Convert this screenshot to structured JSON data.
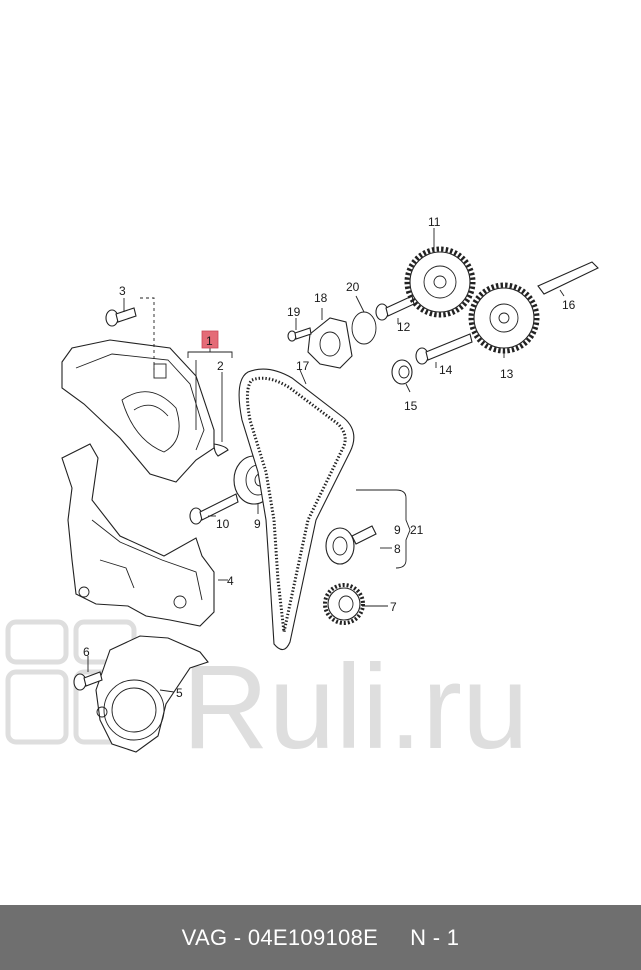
{
  "watermark": {
    "text": "Ruli.ru"
  },
  "highlight_color": "#e46b77",
  "callouts": [
    {
      "id": "1",
      "text": "1"
    },
    {
      "id": "2",
      "text": "2"
    },
    {
      "id": "3",
      "text": "3"
    },
    {
      "id": "4",
      "text": "4"
    },
    {
      "id": "5",
      "text": "5"
    },
    {
      "id": "6",
      "text": "6"
    },
    {
      "id": "7",
      "text": "7"
    },
    {
      "id": "8",
      "text": "8"
    },
    {
      "id": "9a",
      "text": "9"
    },
    {
      "id": "9b",
      "text": "9"
    },
    {
      "id": "10",
      "text": "10"
    },
    {
      "id": "11",
      "text": "11"
    },
    {
      "id": "12",
      "text": "12"
    },
    {
      "id": "13",
      "text": "13"
    },
    {
      "id": "14",
      "text": "14"
    },
    {
      "id": "15",
      "text": "15"
    },
    {
      "id": "16",
      "text": "16"
    },
    {
      "id": "17",
      "text": "17"
    },
    {
      "id": "18",
      "text": "18"
    },
    {
      "id": "19",
      "text": "19"
    },
    {
      "id": "20",
      "text": "20"
    },
    {
      "id": "21",
      "text": "21"
    }
  ],
  "footer": {
    "text": "VAG - 04E109108E     N - 1"
  }
}
